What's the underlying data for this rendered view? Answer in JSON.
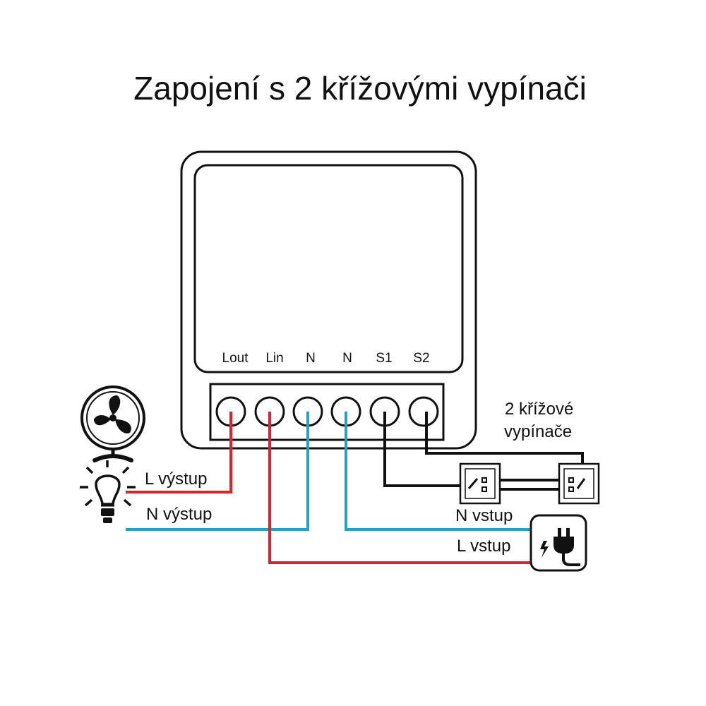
{
  "title": "Zapojení s 2 křížovými vypínači",
  "terminals": [
    "Lout",
    "Lin",
    "N",
    "N",
    "S1",
    "S2"
  ],
  "labels": {
    "l_output": "L výstup",
    "n_output": "N výstup",
    "n_input": "N vstup",
    "l_input": "L vstup",
    "switches_line1": "2 křížové",
    "switches_line2": "vypínače"
  },
  "icons": {
    "fan": "fan-icon",
    "bulb": "light-bulb-icon",
    "plug": "power-plug-icon",
    "switch": "cross-switch-icon"
  },
  "colors": {
    "live": "#d8242f",
    "neutral": "#2aa0be",
    "switch_wire": "#111111",
    "outline": "#111111"
  }
}
